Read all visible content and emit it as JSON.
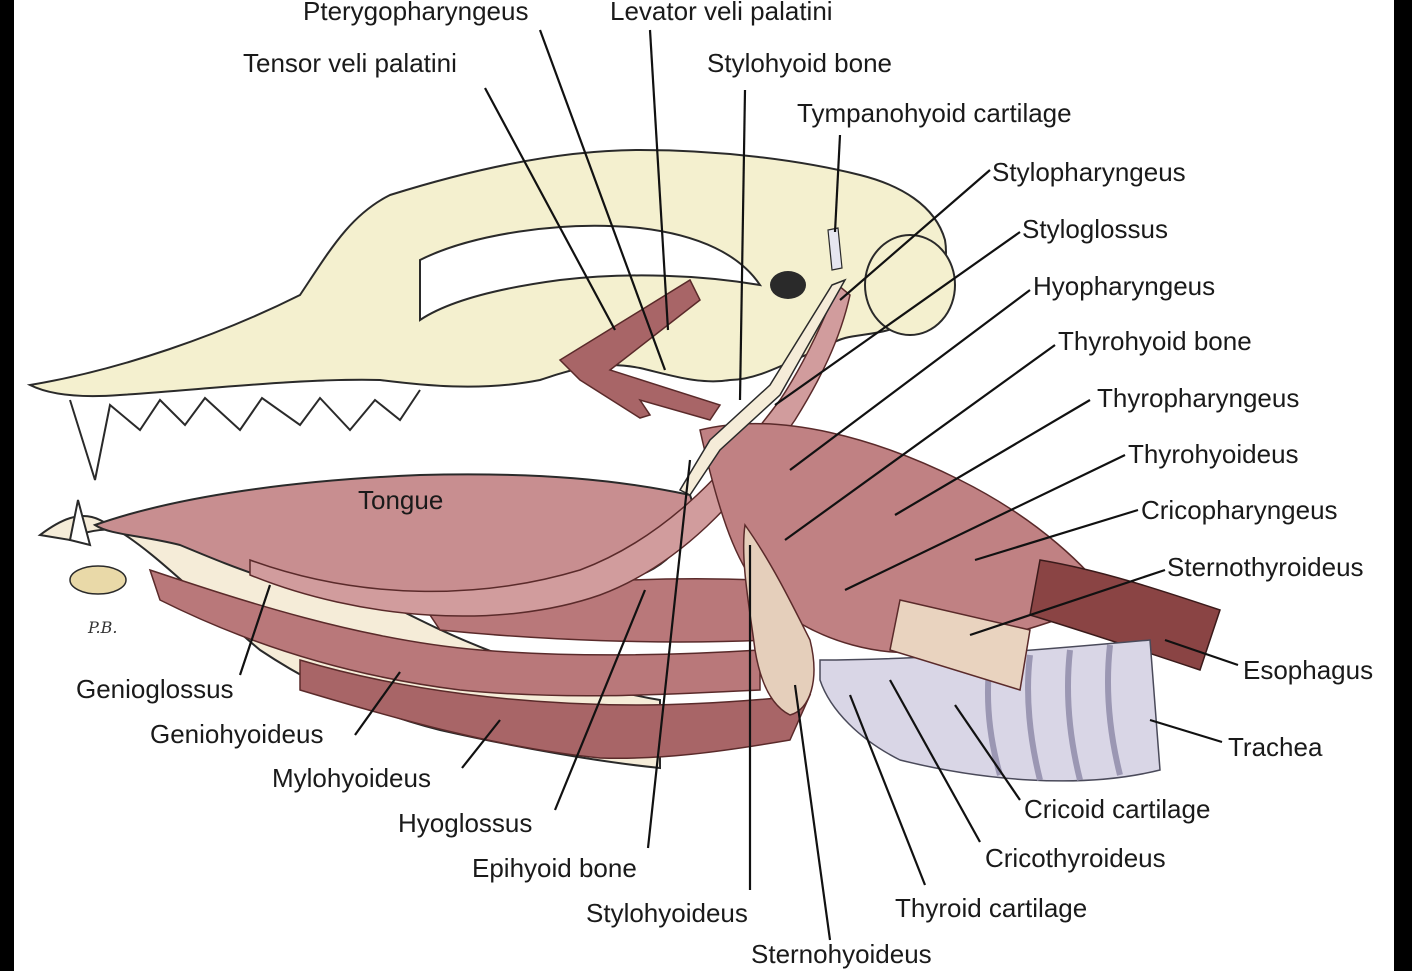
{
  "labels": {
    "pterygopharyngeus": "Pterygopharyngeus",
    "levator_veli_palatini": "Levator veli palatini",
    "tensor_veli_palatini": "Tensor veli palatini",
    "stylohyoid_bone": "Stylohyoid bone",
    "tympanohyoid_cartilage": "Tympanohyoid cartilage",
    "stylopharyngeus": "Stylopharyngeus",
    "styloglossus": "Styloglossus",
    "hyopharyngeus": "Hyopharyngeus",
    "thyrohyoid_bone": "Thyrohyoid bone",
    "thyropharyngeus": "Thyropharyngeus",
    "thyrohyoideus": "Thyrohyoideus",
    "cricopharyngeus": "Cricopharyngeus",
    "sternothyroideus": "Sternothyroideus",
    "esophagus": "Esophagus",
    "trachea": "Trachea",
    "cricoid_cartilage": "Cricoid cartilage",
    "cricothyroideus": "Cricothyroideus",
    "thyroid_cartilage": "Thyroid cartilage",
    "sternohyoideus": "Sternohyoideus",
    "stylohyoideus": "Stylohyoideus",
    "epihyoid_bone": "Epihyoid bone",
    "hyoglossus": "Hyoglossus",
    "mylohyoideus": "Mylohyoideus",
    "geniohyoideus": "Geniohyoideus",
    "genioglossus": "Genioglossus",
    "tongue": "Tongue"
  },
  "signature": "P.B.",
  "colors": {
    "background": "#ffffff",
    "frame": "#000000",
    "skull": "#f4f0cf",
    "muscle": "#b9787a",
    "muscle_dark": "#7e3b3c",
    "tongue": "#c88e90",
    "trachea": "#d9d6e6",
    "bone": "#f5ecd8"
  }
}
